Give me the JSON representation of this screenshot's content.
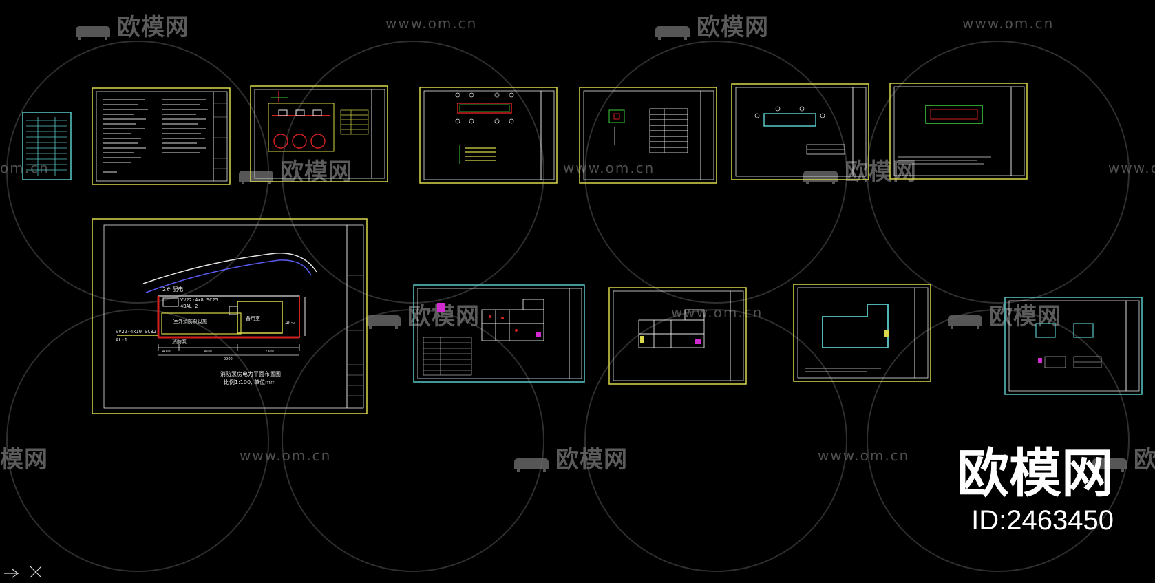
{
  "watermarks": {
    "brand_text": "欧模网",
    "url_text": "www.om.cn"
  },
  "brand": {
    "logo": "欧模网",
    "id_label": "ID:2463450"
  },
  "main_plan": {
    "label_tl": "VV22-4x8 SC25",
    "label_tl2": "4BAL-2",
    "label_left": "VV22-4x10 SC32",
    "label_left2": "AL-1",
    "room_a": "2# 配电",
    "room_b": "室外消防泵设施",
    "room_c": "备用室",
    "room_d": "AL-2",
    "room_e": "消防泵",
    "title": "消防泵房电力平面布置图",
    "scale": "比例1:100, 单位mm",
    "dims": [
      "4000",
      "3600",
      "2300",
      "9900"
    ]
  },
  "colors": {
    "sheet_border": "#d8d84a",
    "sheet_border_cyan": "#59c8c8",
    "cad_background": "#000000"
  },
  "ucs_icon": "ucs-axis-icon"
}
